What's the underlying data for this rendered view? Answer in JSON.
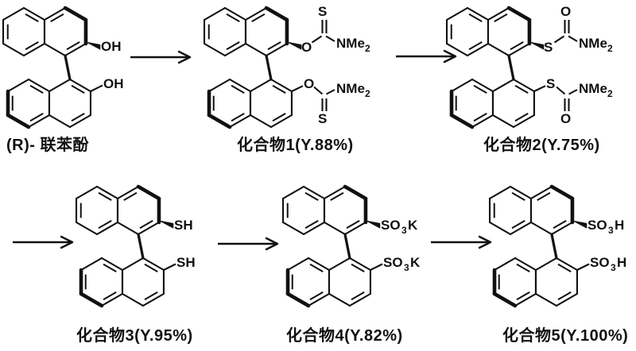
{
  "scheme": {
    "background": "#ffffff",
    "ink": "#111111",
    "compounds": [
      {
        "caption": "(R)- 联苯酚",
        "substituent_top": "OH",
        "substituent_bottom": "OH"
      },
      {
        "caption": "化合物1(Y.88%)",
        "link_atom": "O",
        "terminal_atom": "S",
        "amine": "NMe",
        "amine_subscript": "2"
      },
      {
        "caption": "化合物2(Y.75%)",
        "link_atom": "S",
        "terminal_atom": "O",
        "amine": "NMe",
        "amine_subscript": "2"
      },
      {
        "caption": "化合物3(Y.95%)",
        "substituent_top": "SH",
        "substituent_bottom": "SH"
      },
      {
        "caption": "化合物4(Y.82%)",
        "sulfonate_main": "SO",
        "sulfonate_subscript": "3",
        "sulfonate_counterion": "K"
      },
      {
        "caption": "化合物5(Y.100%)",
        "sulfonate_main": "SO",
        "sulfonate_subscript": "3",
        "sulfonate_counterion": "H"
      }
    ]
  }
}
